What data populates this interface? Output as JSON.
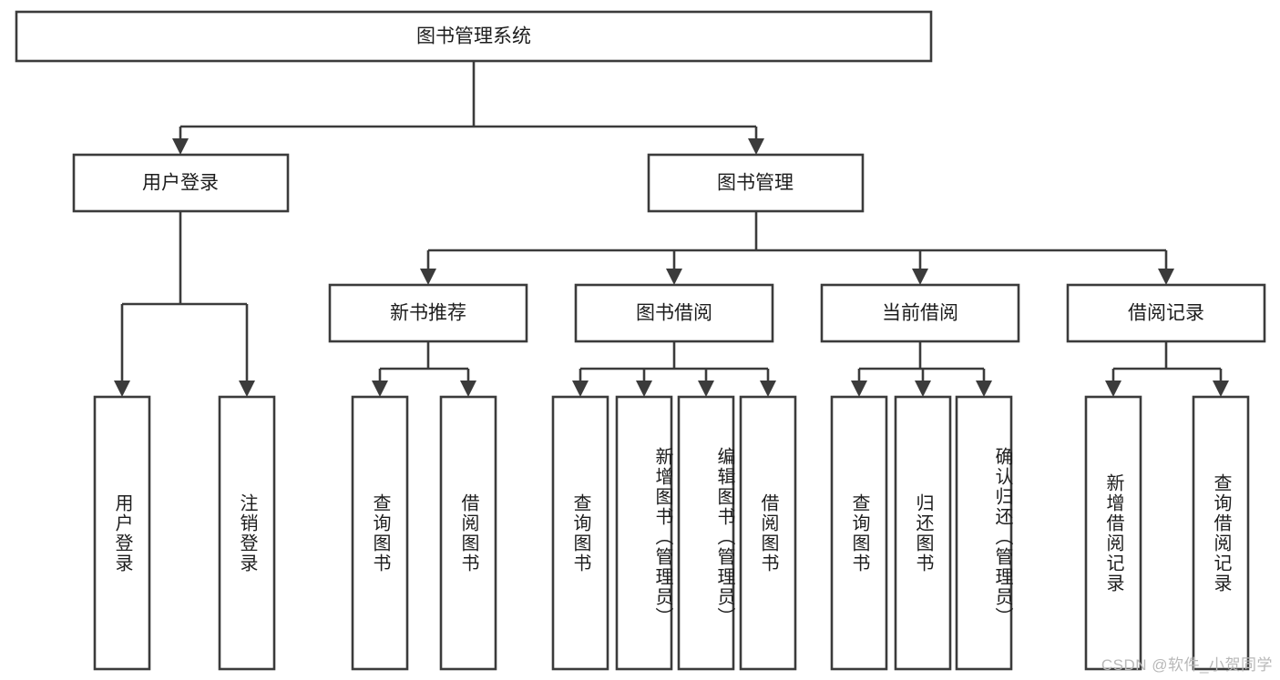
{
  "diagram": {
    "type": "tree-hierarchy",
    "title": "图书管理系统",
    "orientation": "top-down",
    "colors": {
      "box_fill": "#ffffff",
      "box_stroke": "#3b3b3b",
      "text": "#1d1d1d",
      "background": "#ffffff",
      "watermark": "#b8b8b8"
    },
    "root": {
      "label": "图书管理系统",
      "orientation": "horizontal"
    },
    "level2": [
      {
        "label": "用户登录",
        "orientation": "horizontal"
      },
      {
        "label": "图书管理",
        "orientation": "horizontal"
      }
    ],
    "level3": [
      {
        "label": "新书推荐",
        "orientation": "horizontal"
      },
      {
        "label": "图书借阅",
        "orientation": "horizontal"
      },
      {
        "label": "当前借阅",
        "orientation": "horizontal"
      },
      {
        "label": "借阅记录",
        "orientation": "horizontal"
      }
    ],
    "leaves": {
      "user_login": [
        {
          "label": "用户登录",
          "orientation": "vertical"
        },
        {
          "label": "注销登录",
          "orientation": "vertical"
        }
      ],
      "new_book_recommend": [
        {
          "label": "查询图书",
          "orientation": "vertical"
        },
        {
          "label": "借阅图书",
          "orientation": "vertical"
        }
      ],
      "book_borrow": [
        {
          "label": "查询图书",
          "orientation": "vertical"
        },
        {
          "label": "新增图书（管理员）",
          "orientation": "vertical"
        },
        {
          "label": "编辑图书（管理员）",
          "orientation": "vertical"
        },
        {
          "label": "借阅图书",
          "orientation": "vertical"
        }
      ],
      "current_borrow": [
        {
          "label": "查询图书",
          "orientation": "vertical"
        },
        {
          "label": "归还图书",
          "orientation": "vertical"
        },
        {
          "label": "确认归还（管理员）",
          "orientation": "vertical"
        }
      ],
      "borrow_record": [
        {
          "label": "新增借阅记录",
          "orientation": "vertical"
        },
        {
          "label": "查询借阅记录",
          "orientation": "vertical"
        }
      ]
    }
  },
  "watermark": {
    "text": "CSDN @软件_小贺同学"
  }
}
